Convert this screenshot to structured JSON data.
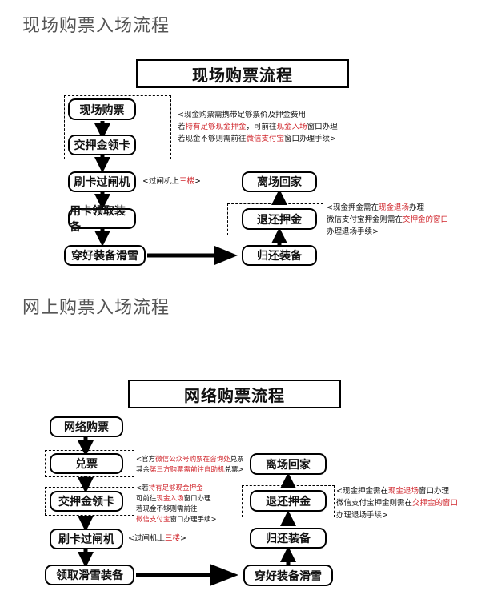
{
  "section1": {
    "heading": "现场购票入场流程",
    "title": "现场购票流程",
    "nodes": {
      "buy": "现场购票",
      "deposit": "交押金领卡",
      "gate": "刷卡过闸机",
      "equip": "用卡领取装备",
      "wear": "穿好装备滑雪",
      "leave": "离场回家",
      "refund": "退还押金",
      "return": "归还装备"
    },
    "note_buy": {
      "l1": "<现金购票需携带足够票价及押金费用",
      "l2a": "若",
      "l2b": "持有足够现金押金",
      "l2c": "，可前往",
      "l2d": "现金入场",
      "l2e": "窗口办理",
      "l3a": "若现金不够则需前往",
      "l3b": "微信支付宝",
      "l3c": "窗口办理手续>"
    },
    "note_gate": {
      "a": "<过闸机上",
      "b": "三楼",
      "c": ">"
    },
    "note_refund": {
      "l1a": "<现金押金需在",
      "l1b": "现金退场",
      "l1c": "办理",
      "l2a": "微信支付宝押金则需在",
      "l2b": "交押金的窗口",
      "l3": "办理退场手续>"
    }
  },
  "section2": {
    "heading": "网上购票入场流程",
    "title": "网络购票流程",
    "nodes": {
      "buy": "网络购票",
      "ticket": "兑票",
      "deposit": "交押金领卡",
      "gate": "刷卡过闸机",
      "equip": "领取滑雪装备",
      "leave": "离场回家",
      "refund": "退还押金",
      "return": "归还装备",
      "wear": "穿好装备滑雪"
    },
    "note_ticket": {
      "l1a": "<官方",
      "l1b": "微信公众号购票在咨询处",
      "l1c": "兑票",
      "l2a": "其余",
      "l2b": "第三方购票需前往自助机",
      "l2c": "兑票>"
    },
    "note_deposit": {
      "l1a": "<若",
      "l1b": "持有足够现金押金",
      "l2a": "可前往",
      "l2b": "现金入场",
      "l2c": "窗口办理",
      "l3": "若现金不够则需前往",
      "l4a": "微信支付宝",
      "l4b": "窗口办理手续>"
    },
    "note_gate": {
      "a": "<过闸机上",
      "b": "三楼",
      "c": ">"
    },
    "note_refund": {
      "l1a": "<现金押金需在",
      "l1b": "现金退场",
      "l1c": "窗口办理",
      "l2a": "微信支付宝押金则需在",
      "l2b": "交押金的窗口",
      "l3": "办理退场手续>"
    }
  },
  "colors": {
    "highlight": "#d0262c",
    "line": "#000000",
    "heading": "#555555"
  }
}
